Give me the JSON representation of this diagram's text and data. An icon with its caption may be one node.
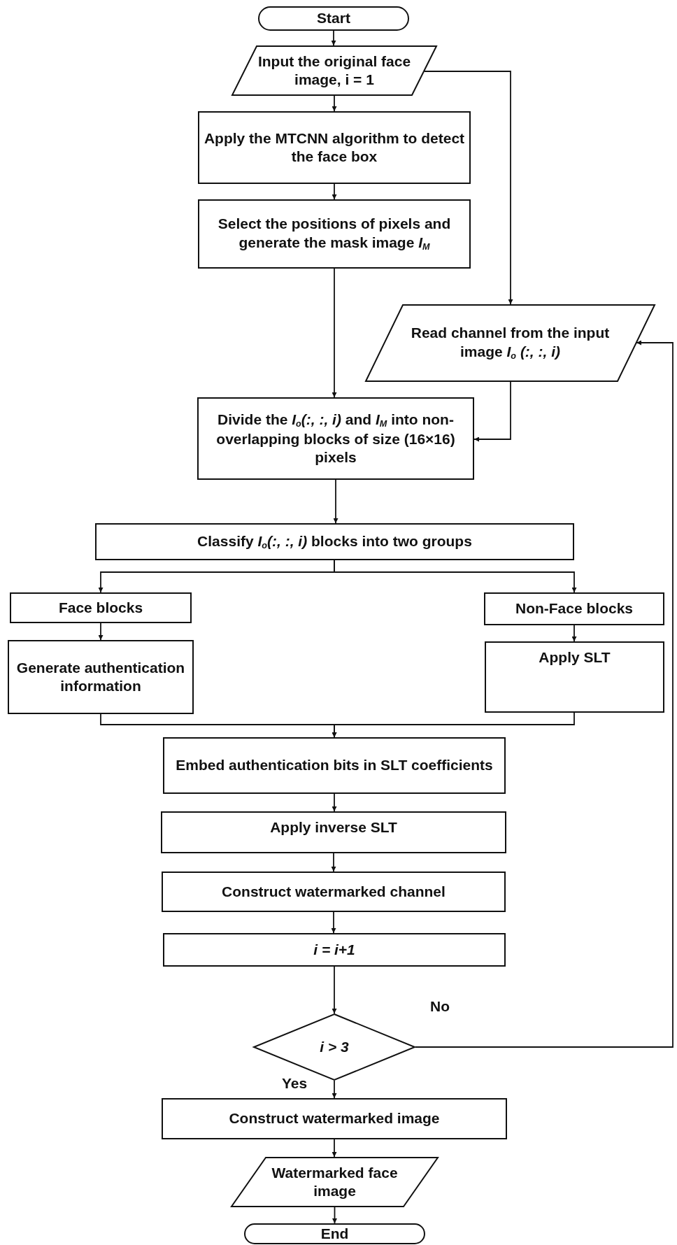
{
  "diagram": {
    "nodes": [
      {
        "text": [
          "Start"
        ]
      },
      {
        "text": [
          "Input the original face image, i = 1"
        ]
      },
      {
        "text": [
          "Apply the MTCNN algorithm to detect the face box"
        ]
      },
      {
        "text": [
          "Select the positions of pixels and generate the mask image *I*$_{M}$"
        ]
      },
      {
        "text": [
          "Read channel from the input image *I*$_{o}$ *(:, :, i)*"
        ]
      },
      {
        "text": [
          "Divide the *I*$_{o}$*(:, :, i)* and *I*$_{M}$ into non-overlapping blocks of size (16×16) pixels"
        ]
      },
      {
        "text": [
          "Classify *I*$_{o}$*(:, :, i)* blocks into two groups"
        ]
      },
      {
        "text": [
          "Face blocks"
        ]
      },
      {
        "text": [
          "Non-Face blocks"
        ]
      },
      {
        "text": [
          "Generate authentication information"
        ]
      },
      {
        "text": [
          "Apply SLT"
        ]
      },
      {
        "text": [
          "Embed authentication bits in SLT coefficients"
        ]
      },
      {
        "text": [
          "Apply inverse SLT"
        ]
      },
      {
        "text": [
          "Construct watermarked channel"
        ]
      },
      {
        "text": [
          "i = i+1"
        ]
      },
      {
        "text": [
          "i > 3"
        ]
      },
      {
        "text": [
          "Construct watermarked image"
        ]
      },
      {
        "text": [
          "Watermarked face image"
        ]
      },
      {
        "text": [
          "End"
        ]
      }
    ],
    "edges": [
      {
        "from": 0,
        "to": 1,
        "arrow": "to"
      },
      {
        "from": 1,
        "to": 2,
        "arrow": "to"
      },
      {
        "from": 2,
        "to": 3,
        "arrow": "to"
      },
      {
        "from": 1,
        "to": 4,
        "arrow": "to"
      },
      {
        "from": 3,
        "to": 5,
        "arrow": "to"
      },
      {
        "from": 4,
        "to": 5,
        "arrow": "to"
      },
      {
        "from": 5,
        "to": 6,
        "arrow": "to"
      },
      {
        "from": 6,
        "to": 7,
        "arrow": "to"
      },
      {
        "from": 6,
        "to": 8,
        "arrow": "to"
      },
      {
        "from": 7,
        "to": 9,
        "arrow": "to"
      },
      {
        "from": 8,
        "to": 10,
        "arrow": "to"
      },
      {
        "from": 9,
        "to": 11,
        "arrow": "to"
      },
      {
        "from": 10,
        "to": 11,
        "arrow": "to"
      },
      {
        "from": 11,
        "to": 12,
        "arrow": "to"
      },
      {
        "from": 12,
        "to": 13,
        "arrow": "to"
      },
      {
        "from": 13,
        "to": 14,
        "arrow": "to"
      },
      {
        "from": 14,
        "to": 15,
        "arrow": "to"
      },
      {
        "from": 15,
        "to": 4,
        "arrow": "to",
        "label": "No"
      },
      {
        "from": 15,
        "to": 16,
        "arrow": "to",
        "label": "Yes"
      },
      {
        "from": 16,
        "to": 17,
        "arrow": "to"
      },
      {
        "from": 17,
        "to": 18,
        "arrow": "to"
      }
    ]
  }
}
